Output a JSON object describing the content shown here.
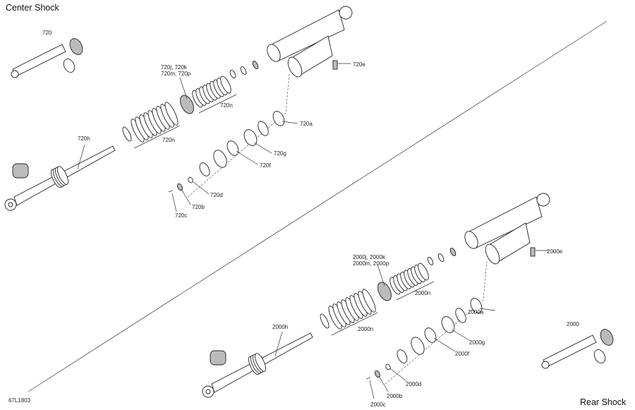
{
  "titles": {
    "center": "Center Shock",
    "rear": "Rear Shock",
    "code": "67L1803"
  },
  "center_labels": {
    "assembly": "720",
    "j_line1": "720j, 720k",
    "j_line2": "720m, 720p",
    "n_upper": "720n",
    "n_lower": "720n",
    "h": "720h",
    "e": "720e",
    "a": "720a",
    "g": "720g",
    "f": "720f",
    "d": "720d",
    "b": "720b",
    "c": "720c"
  },
  "rear_labels": {
    "assembly": "2000",
    "j_line1": "2000j, 2000k",
    "j_line2": "2000m, 2000p",
    "n_upper": "2000n",
    "n_lower": "2000n",
    "h": "2000h",
    "e": "2000e",
    "a": "2000a",
    "g": "2000g",
    "f": "2000f",
    "d": "2000d",
    "b": "2000b",
    "c": "2000c"
  }
}
